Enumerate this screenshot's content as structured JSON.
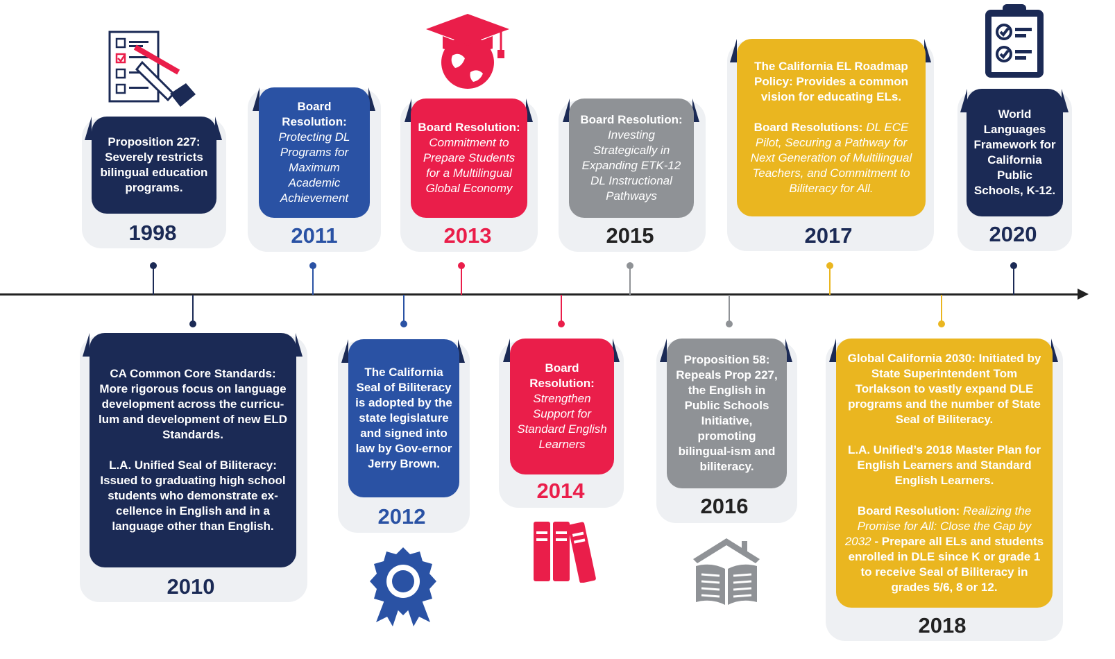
{
  "colors": {
    "navy": "#1b2a55",
    "blue": "#2a52a4",
    "red": "#ea1e4a",
    "gray": "#8f9296",
    "yellow": "#eab620",
    "card_bg": "#eef0f3"
  },
  "events": [
    {
      "year": "1998",
      "color": "navy",
      "text_lines": [
        "Proposition 227: Severely restricts bilingual education programs."
      ]
    },
    {
      "year": "2010",
      "color": "navy",
      "text_lines": [
        "CA Common Core Standards: More rigorous focus on language development across the curricu-lum and development of new ELD Standards.",
        "L.A. Unified Seal of Biliteracy: Issued to graduating high school students who demonstrate ex-cellence in English and in a language other than English."
      ]
    },
    {
      "year": "2011",
      "color": "blue",
      "lead": "Board Resolution:",
      "italic": "Protecting DL Programs for Maximum Academic Achievement"
    },
    {
      "year": "2012",
      "color": "blue",
      "text_lines": [
        "The California Seal of Biliteracy is adopted by the state legislature and signed into law by Gov-ernor Jerry Brown."
      ]
    },
    {
      "year": "2013",
      "color": "red",
      "lead": "Board Resolution:",
      "italic": "Commitment to Prepare Students for a Multilingual Global Economy"
    },
    {
      "year": "2014",
      "color": "red",
      "lead": "Board Resolution:",
      "italic": "Strengthen Support for Standard English Learners"
    },
    {
      "year": "2015",
      "color": "gray",
      "lead": "Board Resolution:",
      "italic": "Investing Strategically in Expanding ETK-12 DL Instructional Pathways"
    },
    {
      "year": "2016",
      "color": "gray",
      "text_lines": [
        "Proposition 58: Repeals Prop 227, the English in Public Schools Initiative, promoting bilingual-ism and biliteracy."
      ]
    },
    {
      "year": "2017",
      "color": "yellow",
      "para1": "The California EL Roadmap Policy: Provides a common vision for educating ELs.",
      "lead": "Board Resolutions:",
      "italic": "DL ECE Pilot, Securing a Pathway for Next Generation of Multilingual Teachers, and Commitment to Biliteracy for All."
    },
    {
      "year": "2018",
      "color": "yellow",
      "para1": "Global California 2030: Initiated by State Superintendent Tom Torlakson to vastly expand DLE programs and the number of State Seal of Biliteracy.",
      "para2": "L.A. Unified’s 2018 Master Plan for English Learners and Standard English Learners.",
      "lead": "Board Resolution:",
      "italic": "Realizing the Promise for All: Close the Gap by 2032",
      "tail": " - Prepare all ELs and students enrolled in DLE since K or grade 1 to receive Seal of Biliteracy in grades 5/6, 8 or 12."
    },
    {
      "year": "2020",
      "color": "navy",
      "text_lines": [
        "World Languages Framework for California Public Schools, K-12."
      ]
    }
  ],
  "icons": [
    "checklist-pen-icon",
    "graduation-cap-globe-icon",
    "award-ribbon-icon",
    "books-icon",
    "open-book-house-icon",
    "clipboard-checklist-icon"
  ]
}
